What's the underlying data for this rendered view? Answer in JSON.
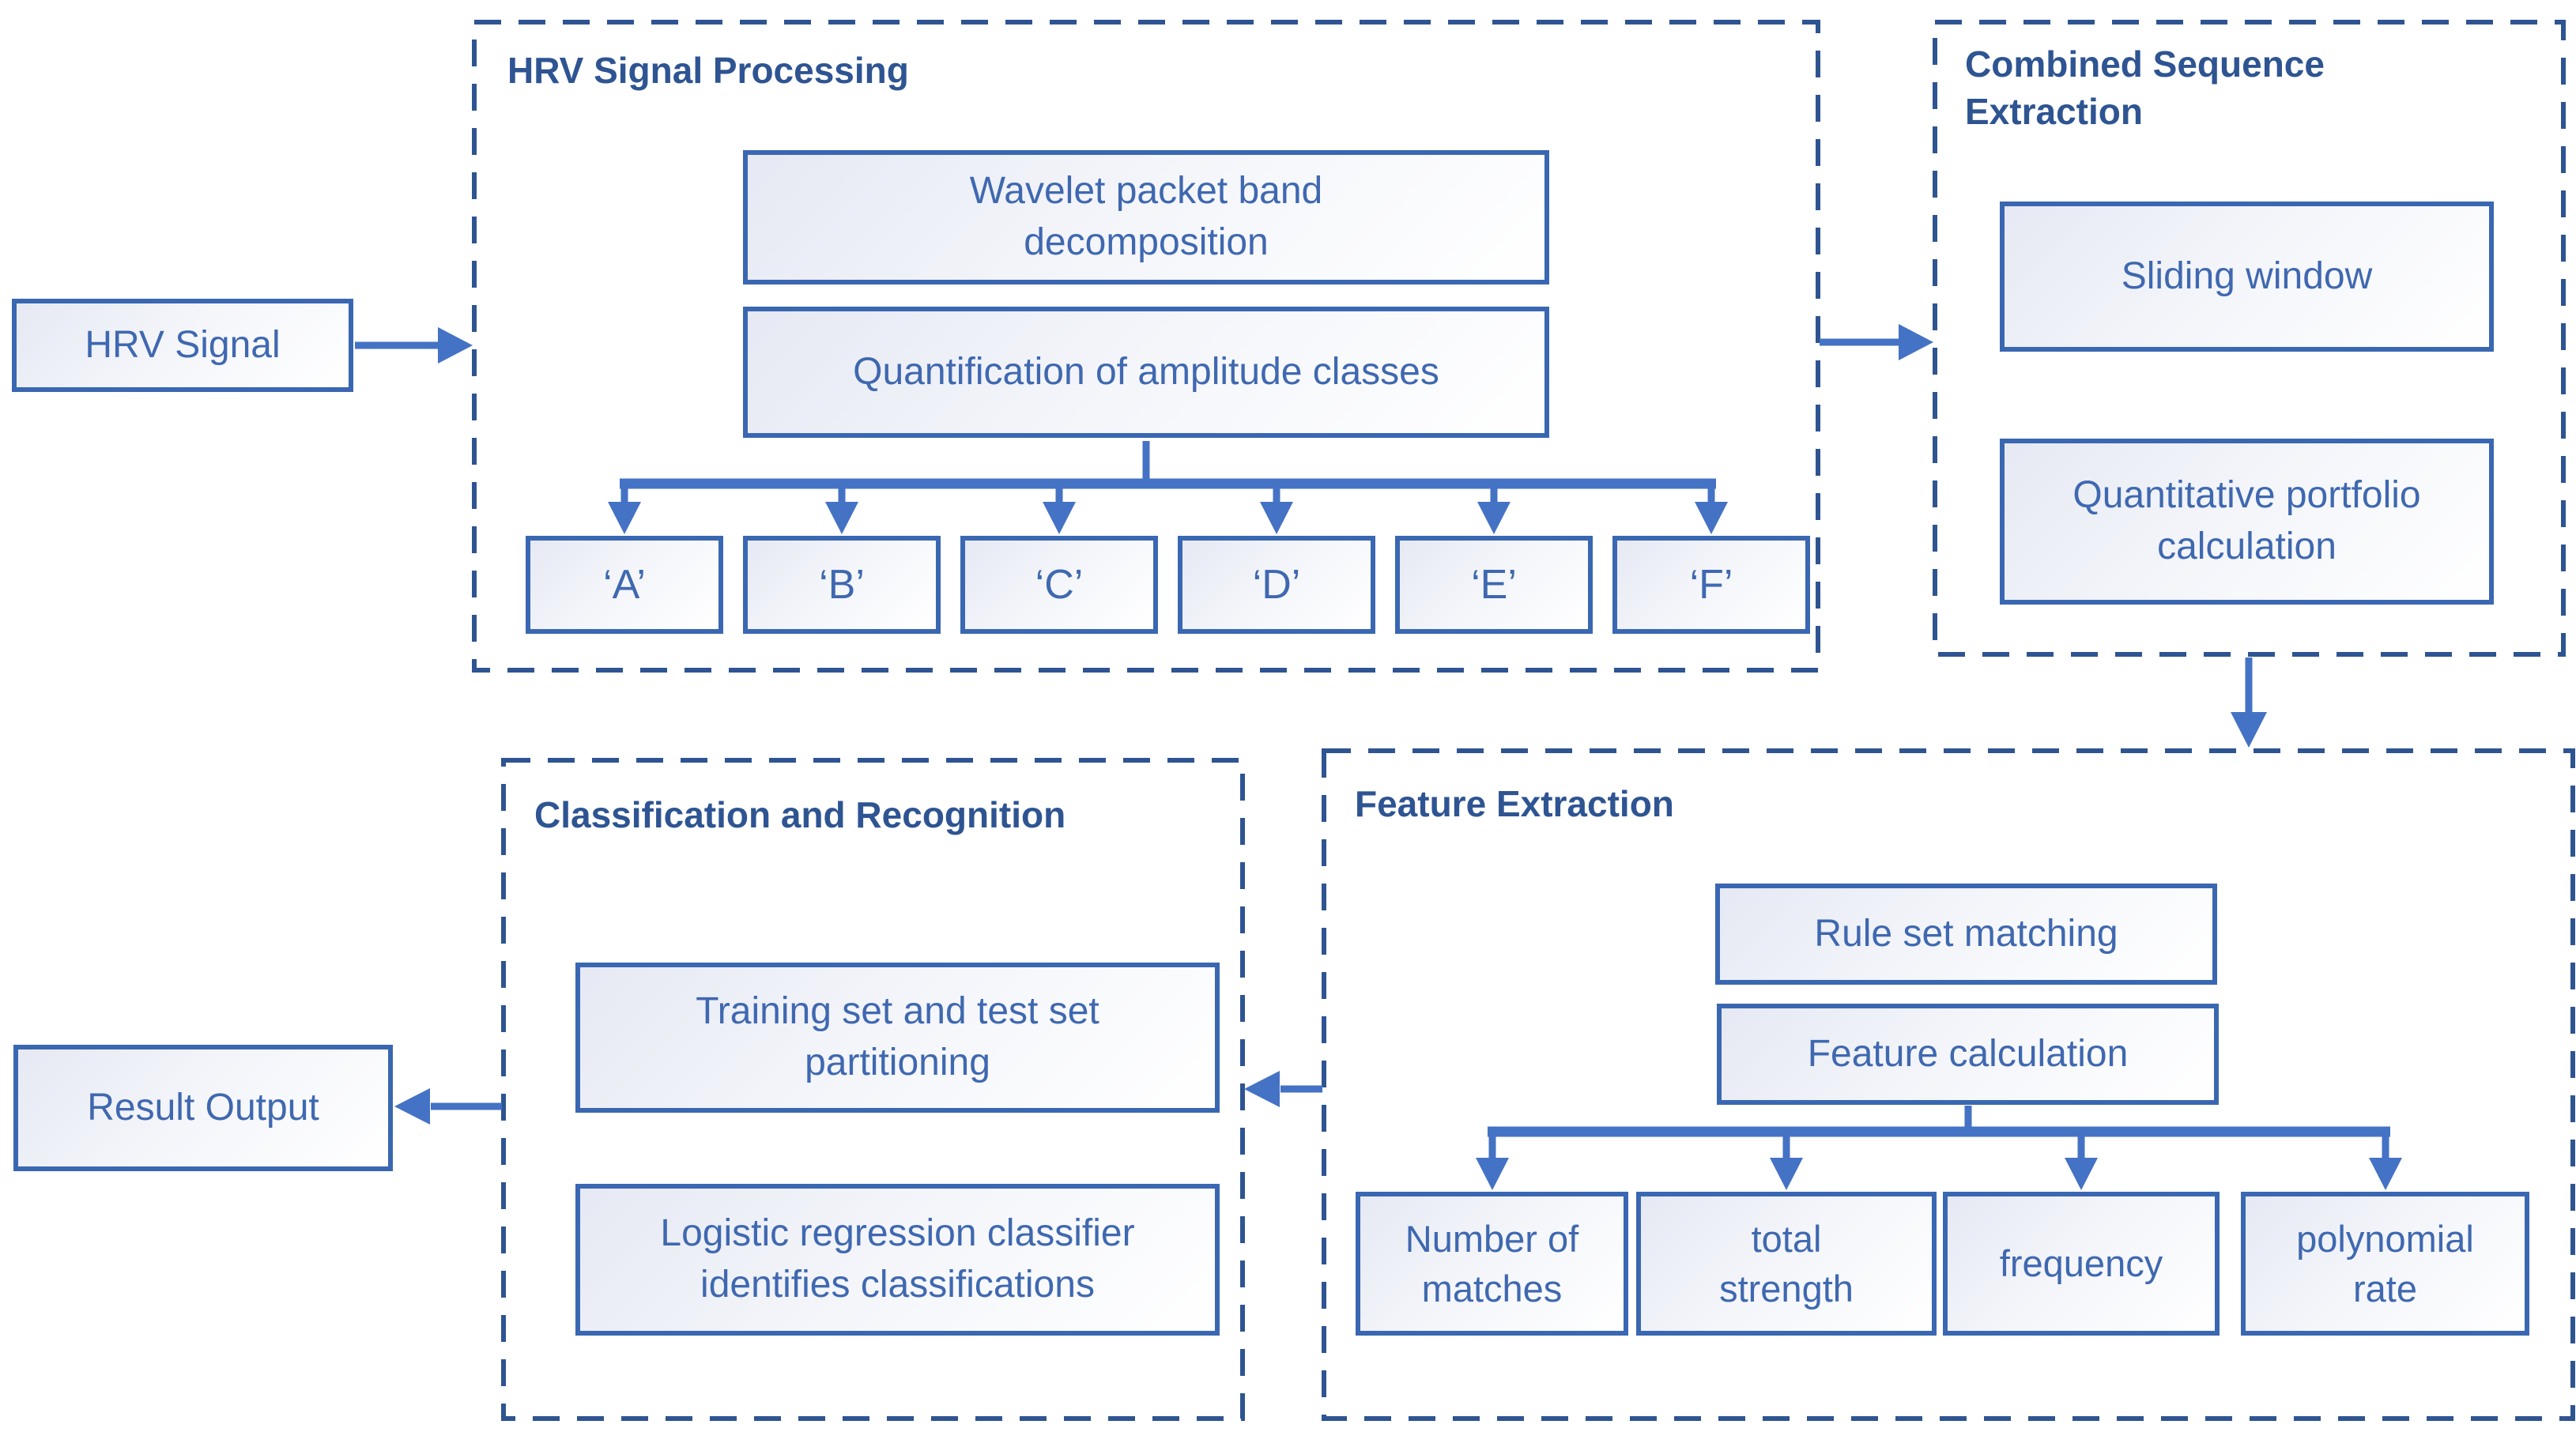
{
  "diagram": {
    "input_node": "HRV Signal",
    "output_node": "Result Output",
    "processing": {
      "title": "HRV Signal Processing",
      "wavelet": "Wavelet packet band\ndecomposition",
      "quantification": "Quantification of amplitude classes",
      "classes": [
        "‘A’",
        "‘B’",
        "‘C’",
        "‘D’",
        "‘E’",
        "‘F’"
      ]
    },
    "combined": {
      "title": "Combined Sequence\nExtraction",
      "sliding": "Sliding window",
      "portfolio": "Quantitative portfolio\ncalculation"
    },
    "feature": {
      "title": "Feature Extraction",
      "rule": "Rule set matching",
      "calc": "Feature calculation",
      "leaves": [
        "Number of\nmatches",
        "total\nstrength",
        "frequency",
        "polynomial\nrate"
      ]
    },
    "classification": {
      "title": "Classification and Recognition",
      "training": "Training set and test set\npartitioning",
      "logistic": "Logistic regression classifier\nidentifies classifications"
    }
  },
  "colors": {
    "panel_border": "#2e5492",
    "title_text": "#2e5492",
    "box_border": "#3a67b2",
    "box_text": "#3f68b0",
    "arrow": "#4472c4",
    "box_fill_a": "#e6e9f3",
    "box_fill_b": "#ffffff"
  }
}
